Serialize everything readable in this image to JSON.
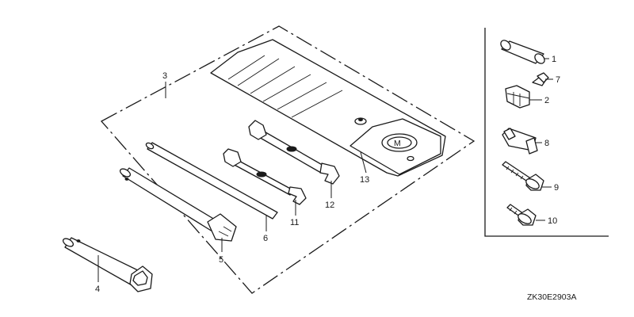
{
  "diagram": {
    "callouts": {
      "c1": "1",
      "c2": "2",
      "c3": "3",
      "c4": "4",
      "c5": "5",
      "c6": "6",
      "c7": "7",
      "c8": "8",
      "c9": "9",
      "c10": "10",
      "c11": "11",
      "c12": "12",
      "c13": "13"
    },
    "diagram_code": "ZK30E2903A"
  },
  "colors": {
    "ink": "#1a1a1a",
    "background": "#ffffff"
  }
}
